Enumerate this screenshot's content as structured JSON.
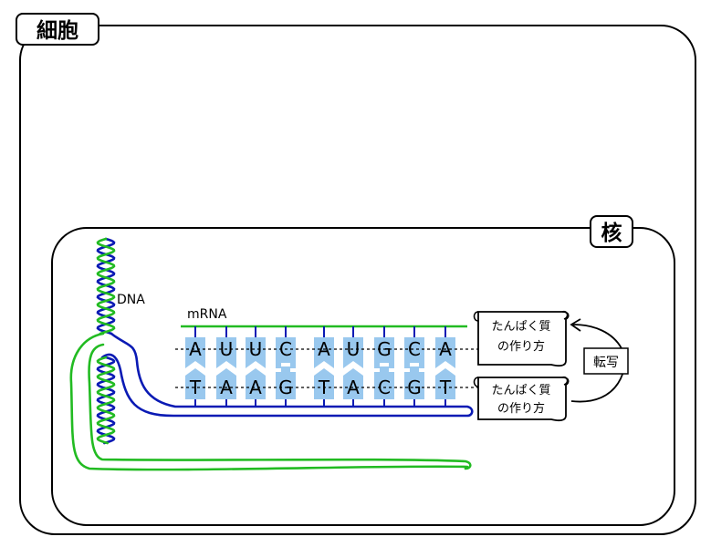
{
  "cell_label": "細胞",
  "nucleus_label": "核",
  "dna_label": "DNA",
  "mrna_label": "mRNA",
  "mrna_bases": [
    "A",
    "U",
    "U",
    "C",
    "A",
    "U",
    "G",
    "C",
    "A"
  ],
  "dna_bases": [
    "T",
    "A",
    "A",
    "G",
    "T",
    "A",
    "C",
    "G",
    "T"
  ],
  "scroll_upper": {
    "line1": "たんぱく質",
    "line2": "の作り方"
  },
  "scroll_lower": {
    "line1": "たんぱく質",
    "line2": "の作り方"
  },
  "transcription_label": "転写",
  "colors": {
    "dna_green": "#22bb22",
    "dna_blue": "#0a1ab4",
    "base_fill": "#99c8ee",
    "stroke": "#000000"
  }
}
